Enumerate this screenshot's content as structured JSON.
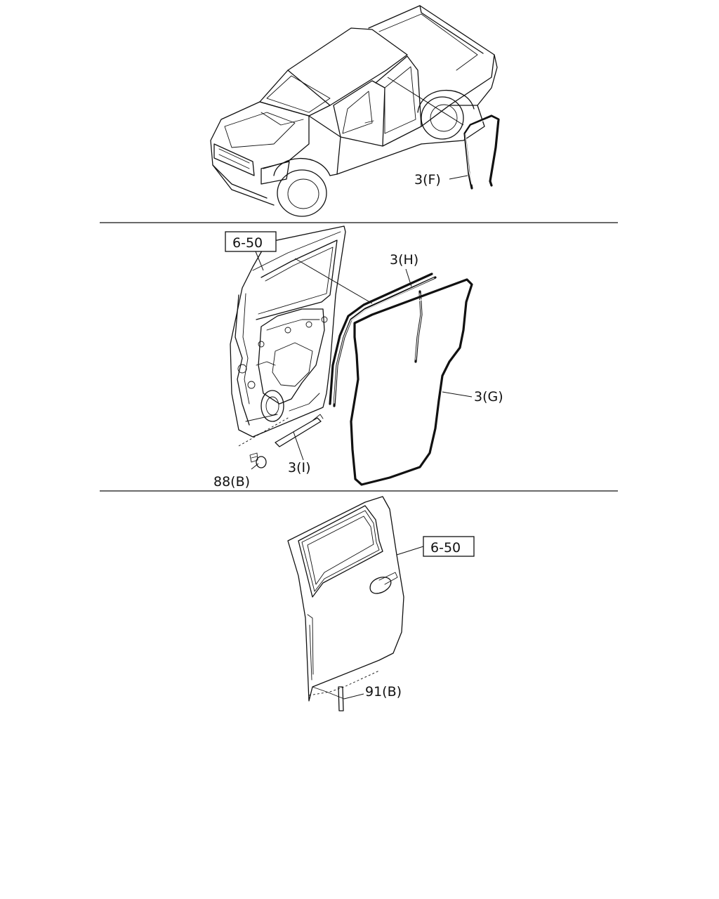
{
  "colors": {
    "line": "#111111",
    "background": "#ffffff"
  },
  "labels": {
    "part_3f": "3(F)",
    "ref_6_50_upper": "6-50",
    "part_3h": "3(H)",
    "part_3g": "3(G)",
    "part_3i": "3(I)",
    "part_88b": "88(B)",
    "ref_6_50_lower": "6-50",
    "part_91b": "91(B)"
  }
}
